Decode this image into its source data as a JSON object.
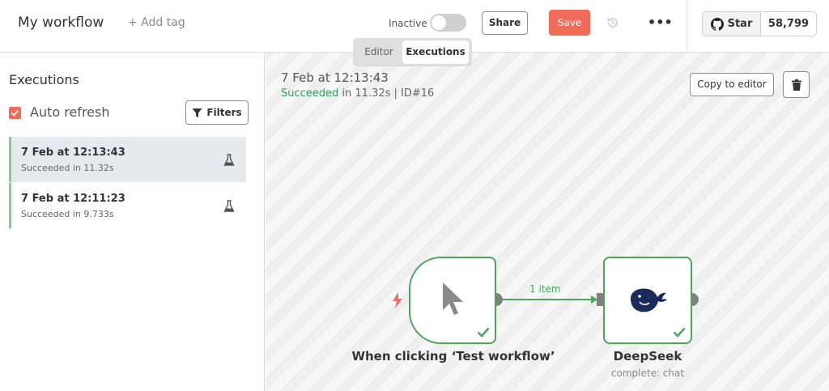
{
  "header": {
    "workflow_name": "My workflow",
    "add_tag": "+ Add tag",
    "active_label": "Inactive",
    "active": false,
    "share": "Share",
    "save": "Save",
    "more": "•••",
    "github": {
      "star": "Star",
      "count": "58,799"
    }
  },
  "tabs": [
    {
      "label": "Editor",
      "active": false
    },
    {
      "label": "Executions",
      "active": true
    }
  ],
  "sidebar": {
    "title": "Executions",
    "auto_refresh": "Auto refresh",
    "auto_refresh_checked": true,
    "filters": "Filters",
    "executions": [
      {
        "time": "7 Feb at 12:13:43",
        "status": "Succeeded in 11.32s",
        "selected": true
      },
      {
        "time": "7 Feb at 12:11:23",
        "status": "Succeeded in 9.733s",
        "selected": false
      }
    ]
  },
  "canvas": {
    "execution_date": "7 Feb at 12:13:43",
    "status_word": "Succeeded",
    "status_rest": " in 11.32s | ID#16",
    "copy_to_editor": "Copy to editor",
    "connection_label": "1 item",
    "nodes": [
      {
        "name": "When clicking ‘Test workflow’",
        "subtitle": "",
        "icon": "cursor-icon"
      },
      {
        "name": "DeepSeek",
        "subtitle": "complete: chat",
        "icon": "deepseek-whale-icon"
      }
    ]
  },
  "colors": {
    "accent": "#f06b58",
    "success": "#49a85a",
    "success_text": "#29a35a"
  }
}
